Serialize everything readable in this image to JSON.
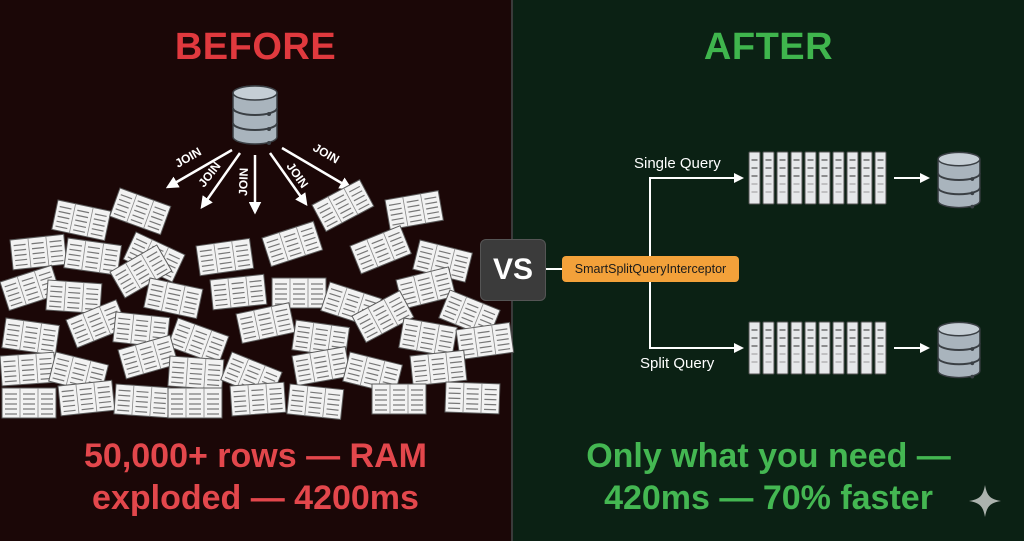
{
  "before": {
    "heading": "BEFORE",
    "join_label": "JOIN",
    "tagline_line1": "50,000+ rows — RAM",
    "tagline_line2": "exploded — 4200ms",
    "accent_color": "#e0393e"
  },
  "vs_label": "VS",
  "after": {
    "heading": "AFTER",
    "interceptor_label": "SmartSplitQueryInterceptor",
    "routes": [
      {
        "label": "Single Query"
      },
      {
        "label": "Split Query"
      }
    ],
    "tagline_line1": "Only what you need —",
    "tagline_line2": "420ms — 70% faster",
    "accent_color": "#3fb54d"
  },
  "icons": {
    "database": "database-icon",
    "table_sheet": "table-sheet-icon",
    "sparkle": "sparkle-icon"
  }
}
